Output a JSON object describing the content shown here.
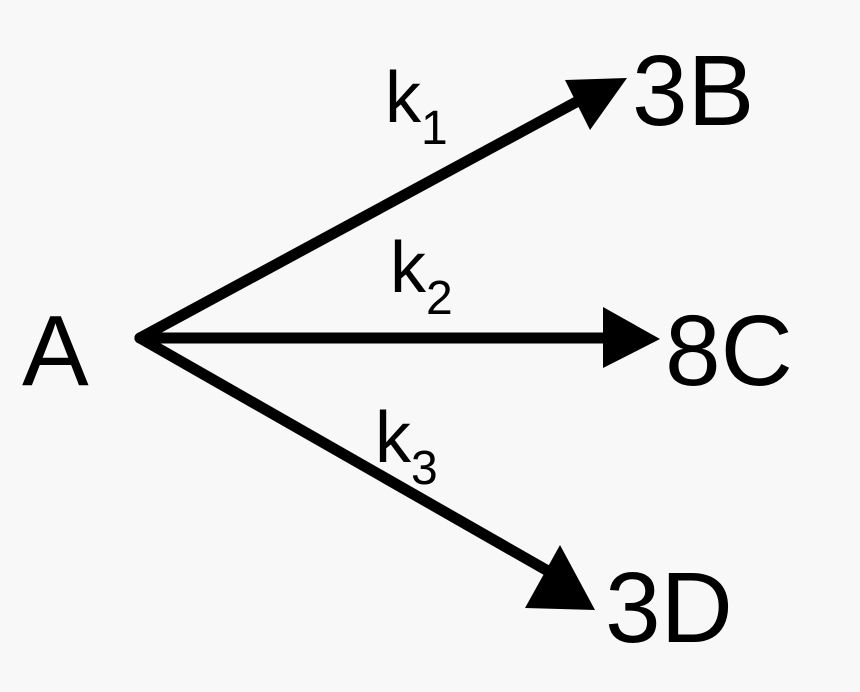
{
  "diagram": {
    "type": "parallel reaction scheme",
    "reactant": "A",
    "branches": [
      {
        "rate_constant": "k",
        "subscript": "1",
        "product": "3B"
      },
      {
        "rate_constant": "k",
        "subscript": "2",
        "product": "8C"
      },
      {
        "rate_constant": "k",
        "subscript": "3",
        "product": "3D"
      }
    ],
    "colors": {
      "background": "#f8f8f8",
      "ink": "#000000"
    }
  }
}
